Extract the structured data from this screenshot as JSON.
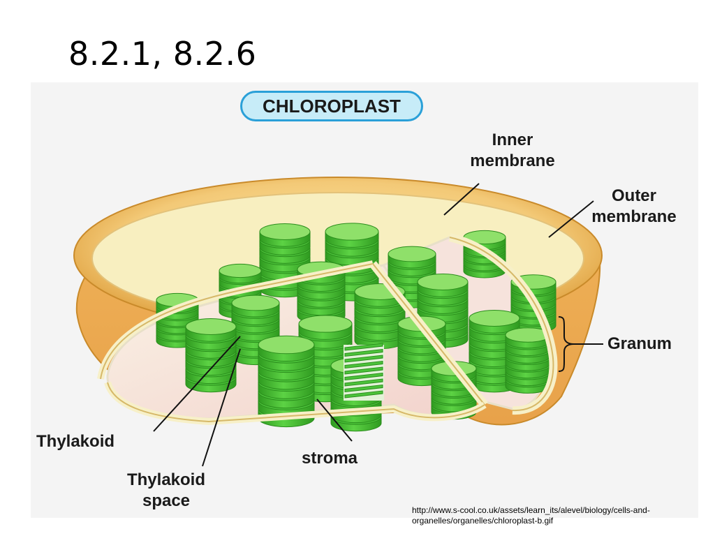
{
  "slide": {
    "title": "8.2.1, 8.2.6",
    "source_line1": "http://www.s-cool.co.uk/assets/learn_its/alevel/biology/cells-and-",
    "source_line2": "organelles/organelles/chloroplast-b.gif"
  },
  "diagram": {
    "banner": "CHLOROPLAST",
    "labels": {
      "inner_membrane_1": "Inner",
      "inner_membrane_2": "membrane",
      "outer_membrane_1": "Outer",
      "outer_membrane_2": "membrane",
      "granum": "Granum",
      "thylakoid": "Thylakoid",
      "stroma": "stroma",
      "thylakoid_space_1": "Thylakoid",
      "thylakoid_space_2": "space"
    },
    "colors": {
      "outer_shell": "#f3c977",
      "shell_edge": "#c98a2a",
      "inner_rim": "#f7f0c8",
      "stroma": "#f5dcd6",
      "granum_green": "#4cc33a",
      "granum_dark": "#2a8d1c",
      "granum_light": "#8fe06a",
      "frame": "#f4f4f4"
    }
  }
}
